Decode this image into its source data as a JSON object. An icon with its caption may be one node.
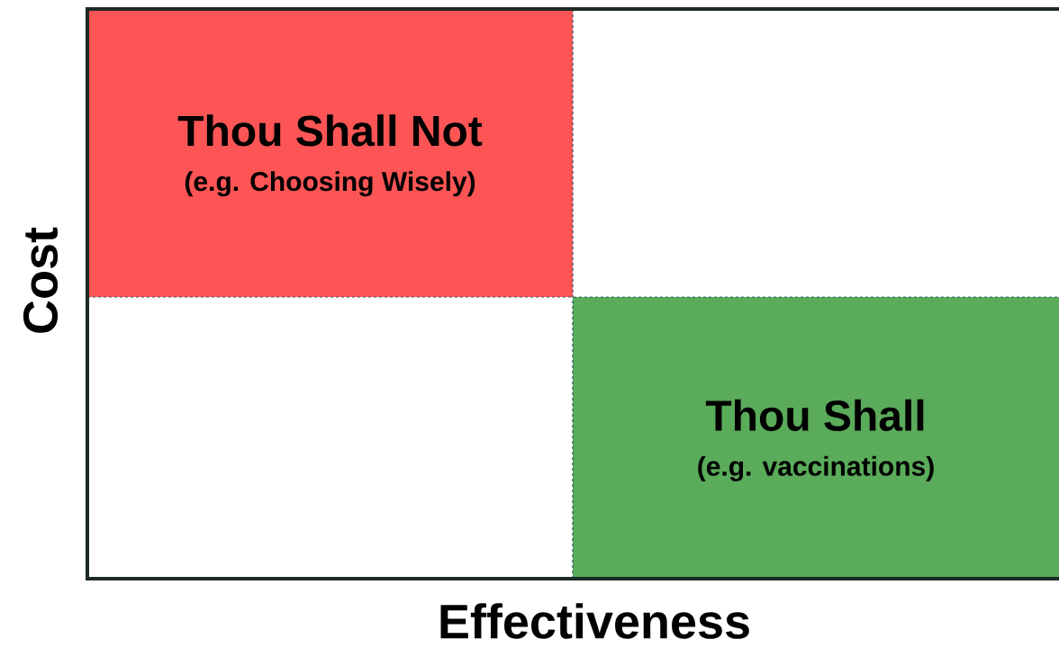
{
  "diagram": {
    "nodes": [
      {
        "text": [
          "Thou Shall Not",
          "(e.g. Choosing Wisely)"
        ]
      },
      {
        "text": [
          "Thou Shall",
          "(e.g. vaccinations)"
        ]
      }
    ],
    "labels": [
      "Cost",
      "Effectiveness"
    ]
  }
}
